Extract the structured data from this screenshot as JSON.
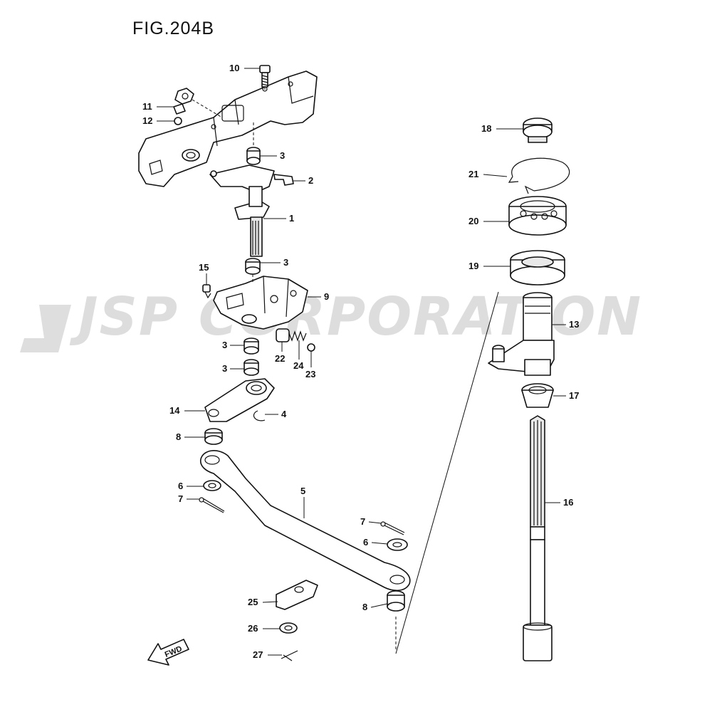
{
  "figure": {
    "title": "FIG.204B"
  },
  "watermark": {
    "text": "JSP CORPORATION",
    "color": "#d8d8d8"
  },
  "fwd_label": "FWD",
  "callouts": {
    "p1": "1",
    "p2": "2",
    "p3a": "3",
    "p3b": "3",
    "p3c": "3",
    "p3d": "3",
    "p4": "4",
    "p5": "5",
    "p6a": "6",
    "p6b": "6",
    "p7a": "7",
    "p7b": "7",
    "p8a": "8",
    "p8b": "8",
    "p9": "9",
    "p10": "10",
    "p11": "11",
    "p12": "12",
    "p13": "13",
    "p14": "14",
    "p15": "15",
    "p16": "16",
    "p17": "17",
    "p18": "18",
    "p19": "19",
    "p20": "20",
    "p21": "21",
    "p22": "22",
    "p23": "23",
    "p24": "24",
    "p25": "25",
    "p26": "26",
    "p27": "27"
  }
}
